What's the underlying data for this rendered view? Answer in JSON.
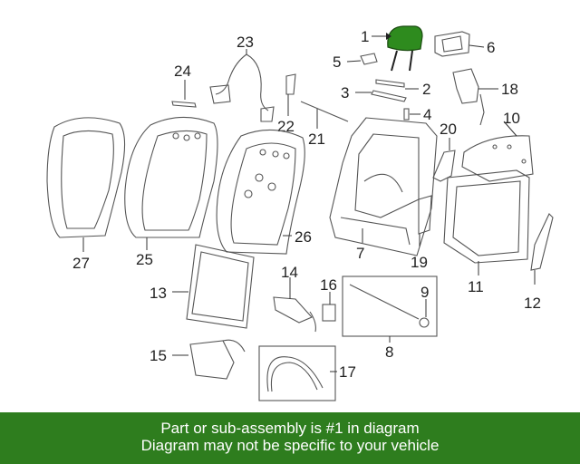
{
  "callouts": {
    "c1": "1",
    "c2": "2",
    "c3": "3",
    "c4": "4",
    "c5": "5",
    "c6": "6",
    "c7": "7",
    "c8": "8",
    "c9": "9",
    "c10": "10",
    "c11": "11",
    "c12": "12",
    "c13": "13",
    "c14": "14",
    "c15": "15",
    "c16": "16",
    "c17": "17",
    "c18": "18",
    "c19": "19",
    "c20": "20",
    "c21": "21",
    "c22": "22",
    "c23": "23",
    "c24": "24",
    "c25": "25",
    "c26": "26",
    "c27": "27"
  },
  "highlight_color": "#2e8b1e",
  "banner": {
    "line1": "Part or sub-assembly is #1 in diagram",
    "line2": "Diagram may not be specific to your vehicle",
    "background": "#2e7d1e"
  }
}
